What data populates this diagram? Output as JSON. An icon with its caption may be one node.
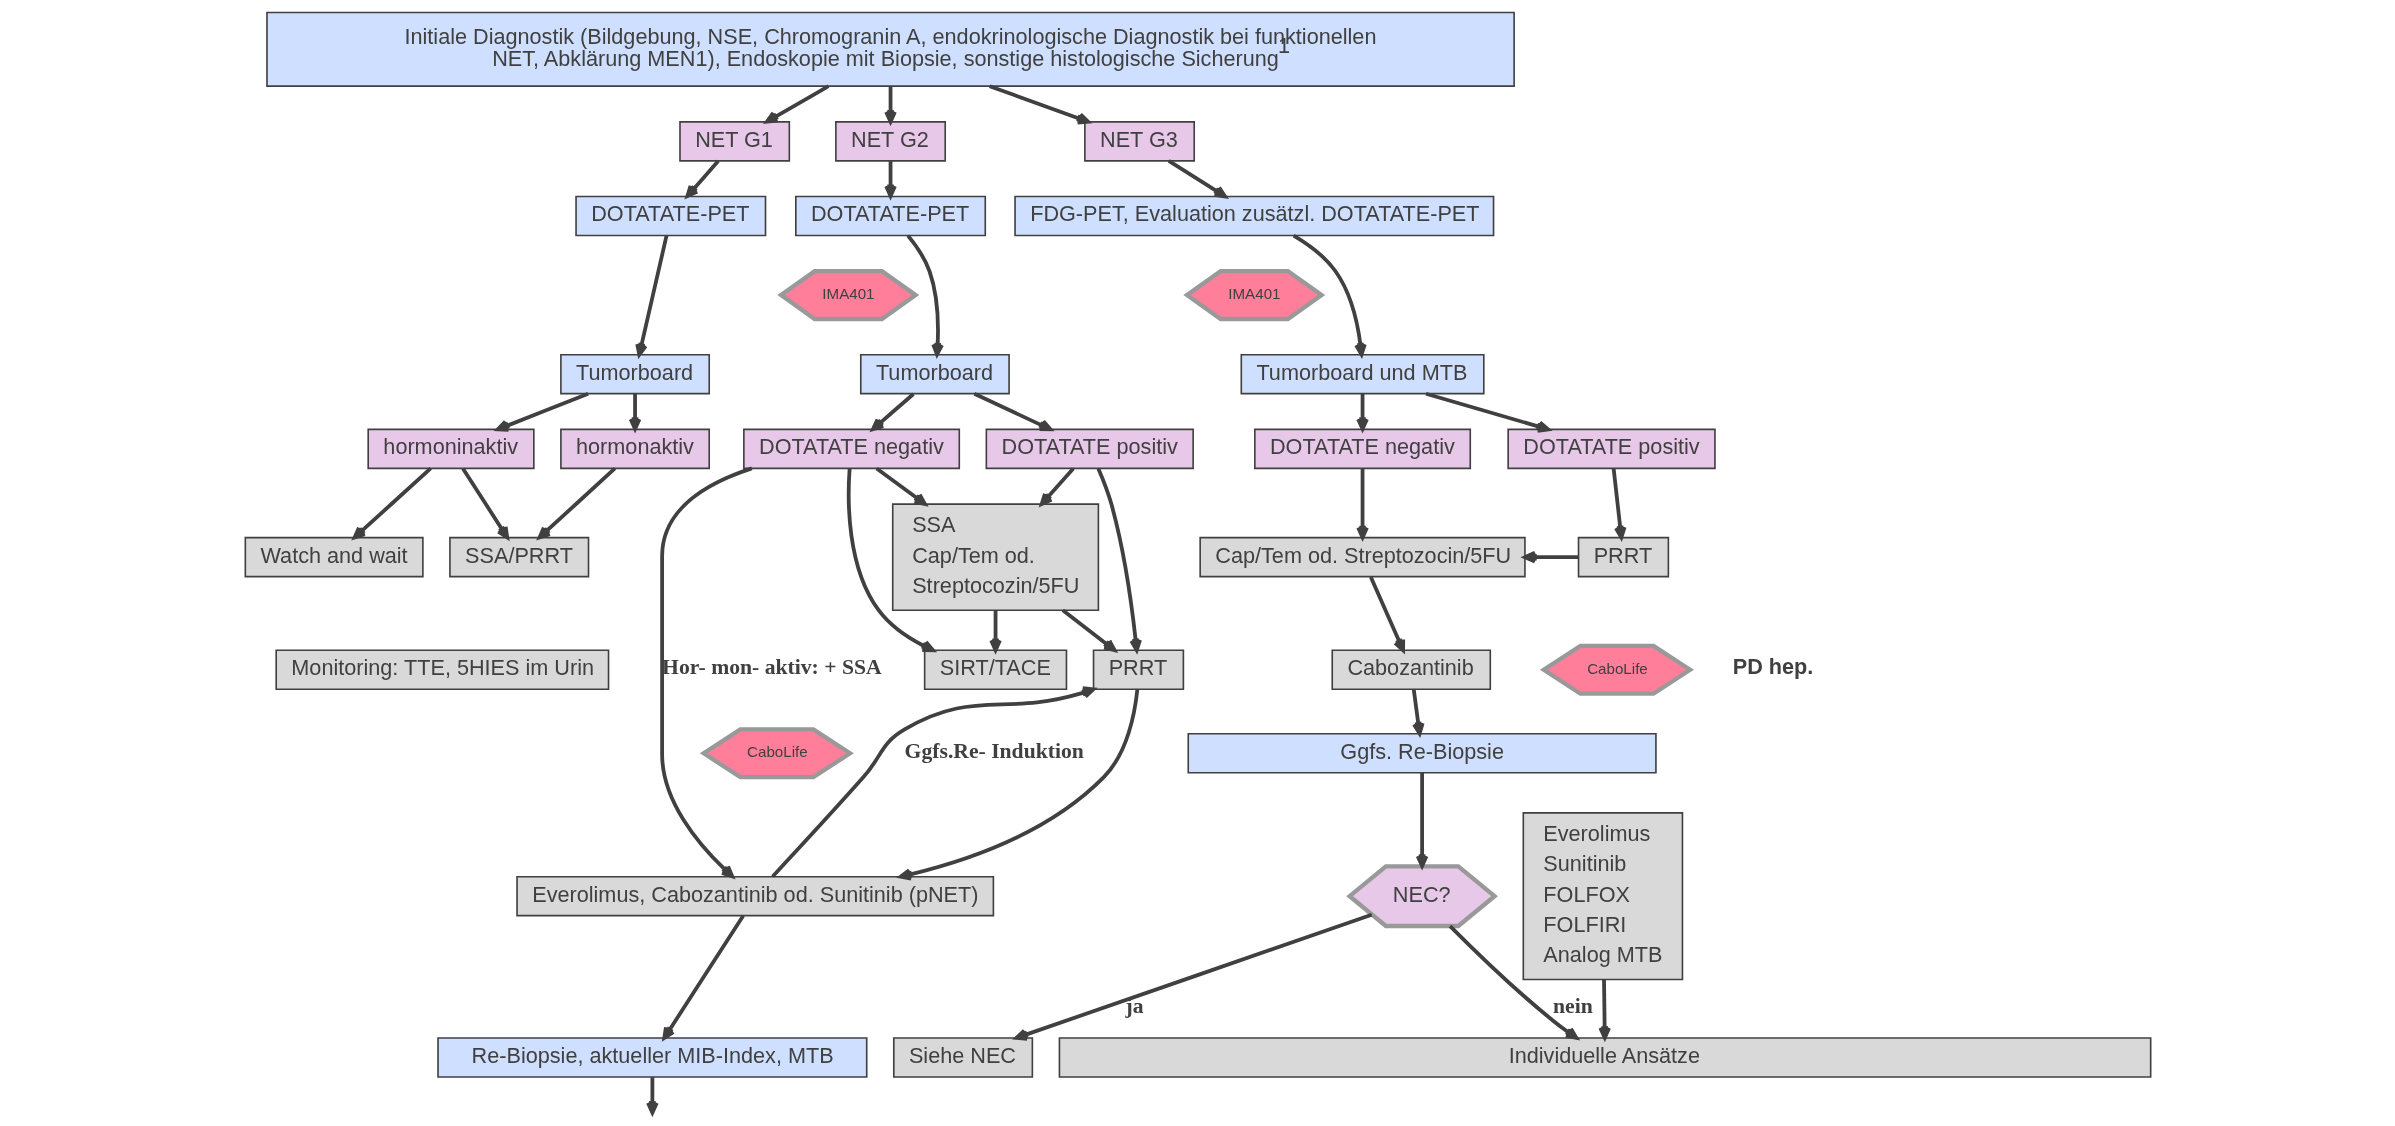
{
  "diagram": {
    "nodes": [
      {
        "text": [
          "Initiale Diagnostik (Bildgebung, NSE, Chromogranin A, endokrinologische Diagnostik bei funktionellen NET, Abklärung MEN1), Endoskopie mit Biopsie, sonstige histologische Sicherung$^{1}$"
        ]
      },
      {
        "text": [
          "NET G1"
        ]
      },
      {
        "text": [
          "NET G2"
        ]
      },
      {
        "text": [
          "NET G3"
        ]
      },
      {
        "text": [
          "DOTATATE-PET"
        ]
      },
      {
        "text": [
          "DOTATATE-PET"
        ]
      },
      {
        "text": [
          "FDG-PET, Evaluation zusätzl. DOTATATE-PET"
        ]
      },
      {
        "text": [
          "Tumorboard"
        ]
      },
      {
        "text": [
          "IMA401"
        ]
      },
      {
        "text": [
          "Tumorboard"
        ]
      },
      {
        "text": [
          "IMA401"
        ]
      },
      {
        "text": [
          "Tumorboard und MTB"
        ]
      },
      {
        "text": [
          "hormoninaktiv"
        ]
      },
      {
        "text": [
          "hormonaktiv"
        ]
      },
      {
        "text": [
          "Watch and wait"
        ]
      },
      {
        "text": [
          "SSA/PRRT"
        ]
      },
      {
        "text": [
          "Monitoring: TTE, 5HIES im Urin"
        ]
      },
      {
        "text": [
          "DOTATATE negativ"
        ]
      },
      {
        "text": [
          "DOTATATE positiv"
        ]
      },
      {
        "text": [
          "SSA",
          "Cap/Tem od.",
          "Streptocozin/5FU"
        ]
      },
      {
        "text": [
          "SIRT/TACE"
        ]
      },
      {
        "text": [
          "PRRT"
        ]
      },
      {
        "text": [
          "CaboLife"
        ]
      },
      {
        "text": [
          "Everolimus, Cabozantinib od. Sunitinib (pNET)"
        ]
      },
      {
        "text": [
          "Re-Biopsie, aktueller MIB-Index, MTB"
        ]
      },
      {
        "text": [
          "DOTATATE negativ"
        ]
      },
      {
        "text": [
          "DOTATATE positiv"
        ]
      },
      {
        "text": [
          "Cap/Tem od. Streptozocin/5FU"
        ]
      },
      {
        "text": [
          "PRRT"
        ]
      },
      {
        "text": [
          "Cabozantinib"
        ]
      },
      {
        "text": [
          "CaboLife"
        ]
      },
      {
        "text": [
          "Ggfs. Re-Biopsie"
        ]
      },
      {
        "text": [
          "NEC?"
        ]
      },
      {
        "text": [
          "Siehe NEC"
        ]
      },
      {
        "text": [
          "Everolimus",
          "Sunitinib",
          "FOLFOX",
          "FOLFIRI",
          "Analog MTB"
        ]
      },
      {
        "text": [
          "Individuelle Ansätze"
        ]
      }
    ],
    "edges": [
      {
        "from": 0,
        "to": 1,
        "arrow": "to"
      },
      {
        "from": 0,
        "to": 2,
        "arrow": "to"
      },
      {
        "from": 0,
        "to": 3,
        "arrow": "to"
      },
      {
        "from": 1,
        "to": 4,
        "arrow": "to"
      },
      {
        "from": 2,
        "to": 5,
        "arrow": "to"
      },
      {
        "from": 3,
        "to": 6,
        "arrow": "to"
      },
      {
        "from": 4,
        "to": 7,
        "arrow": "to"
      },
      {
        "from": 5,
        "to": 9,
        "arrow": "to"
      },
      {
        "from": 6,
        "to": 11,
        "arrow": "to"
      },
      {
        "from": 7,
        "to": 12,
        "arrow": "to"
      },
      {
        "from": 7,
        "to": 13,
        "arrow": "to"
      },
      {
        "from": 9,
        "to": 17,
        "arrow": "to"
      },
      {
        "from": 9,
        "to": 18,
        "arrow": "to"
      },
      {
        "from": 11,
        "to": 25,
        "arrow": "to"
      },
      {
        "from": 11,
        "to": 26,
        "arrow": "to"
      },
      {
        "from": 12,
        "to": 14,
        "arrow": "to"
      },
      {
        "from": 12,
        "to": 15,
        "arrow": "to"
      },
      {
        "from": 13,
        "to": 15,
        "arrow": "to"
      },
      {
        "from": 17,
        "to": 23,
        "arrow": "to",
        "label": "Hor- mon- aktiv: + SSA"
      },
      {
        "from": 17,
        "to": 20,
        "arrow": "to"
      },
      {
        "from": 17,
        "to": 19,
        "arrow": "to"
      },
      {
        "from": 18,
        "to": 19,
        "arrow": "to"
      },
      {
        "from": 18,
        "to": 21,
        "arrow": "to"
      },
      {
        "from": 19,
        "to": 20,
        "arrow": "to"
      },
      {
        "from": 19,
        "to": 21,
        "arrow": "to"
      },
      {
        "from": 21,
        "to": 23,
        "arrow": "to"
      },
      {
        "from": 23,
        "to": 21,
        "arrow": "to",
        "label": "Ggfs.Re- Induktion"
      },
      {
        "from": 23,
        "to": 24,
        "arrow": "to"
      },
      {
        "from": 24,
        "to": null,
        "arrow": "to"
      },
      {
        "from": 25,
        "to": 27,
        "arrow": "to"
      },
      {
        "from": 26,
        "to": 28,
        "arrow": "to"
      },
      {
        "from": 28,
        "to": 27,
        "arrow": "to"
      },
      {
        "from": 27,
        "to": 29,
        "arrow": "to"
      },
      {
        "from": 29,
        "to": 31,
        "arrow": "to"
      },
      {
        "from": 31,
        "to": 32,
        "arrow": "to"
      },
      {
        "from": 32,
        "to": 33,
        "arrow": "to",
        "label": "ja"
      },
      {
        "from": 32,
        "to": 35,
        "arrow": "to",
        "label": "nein"
      },
      {
        "from": 34,
        "to": 35,
        "arrow": "to"
      }
    ],
    "labels": [
      "PD hep."
    ]
  }
}
